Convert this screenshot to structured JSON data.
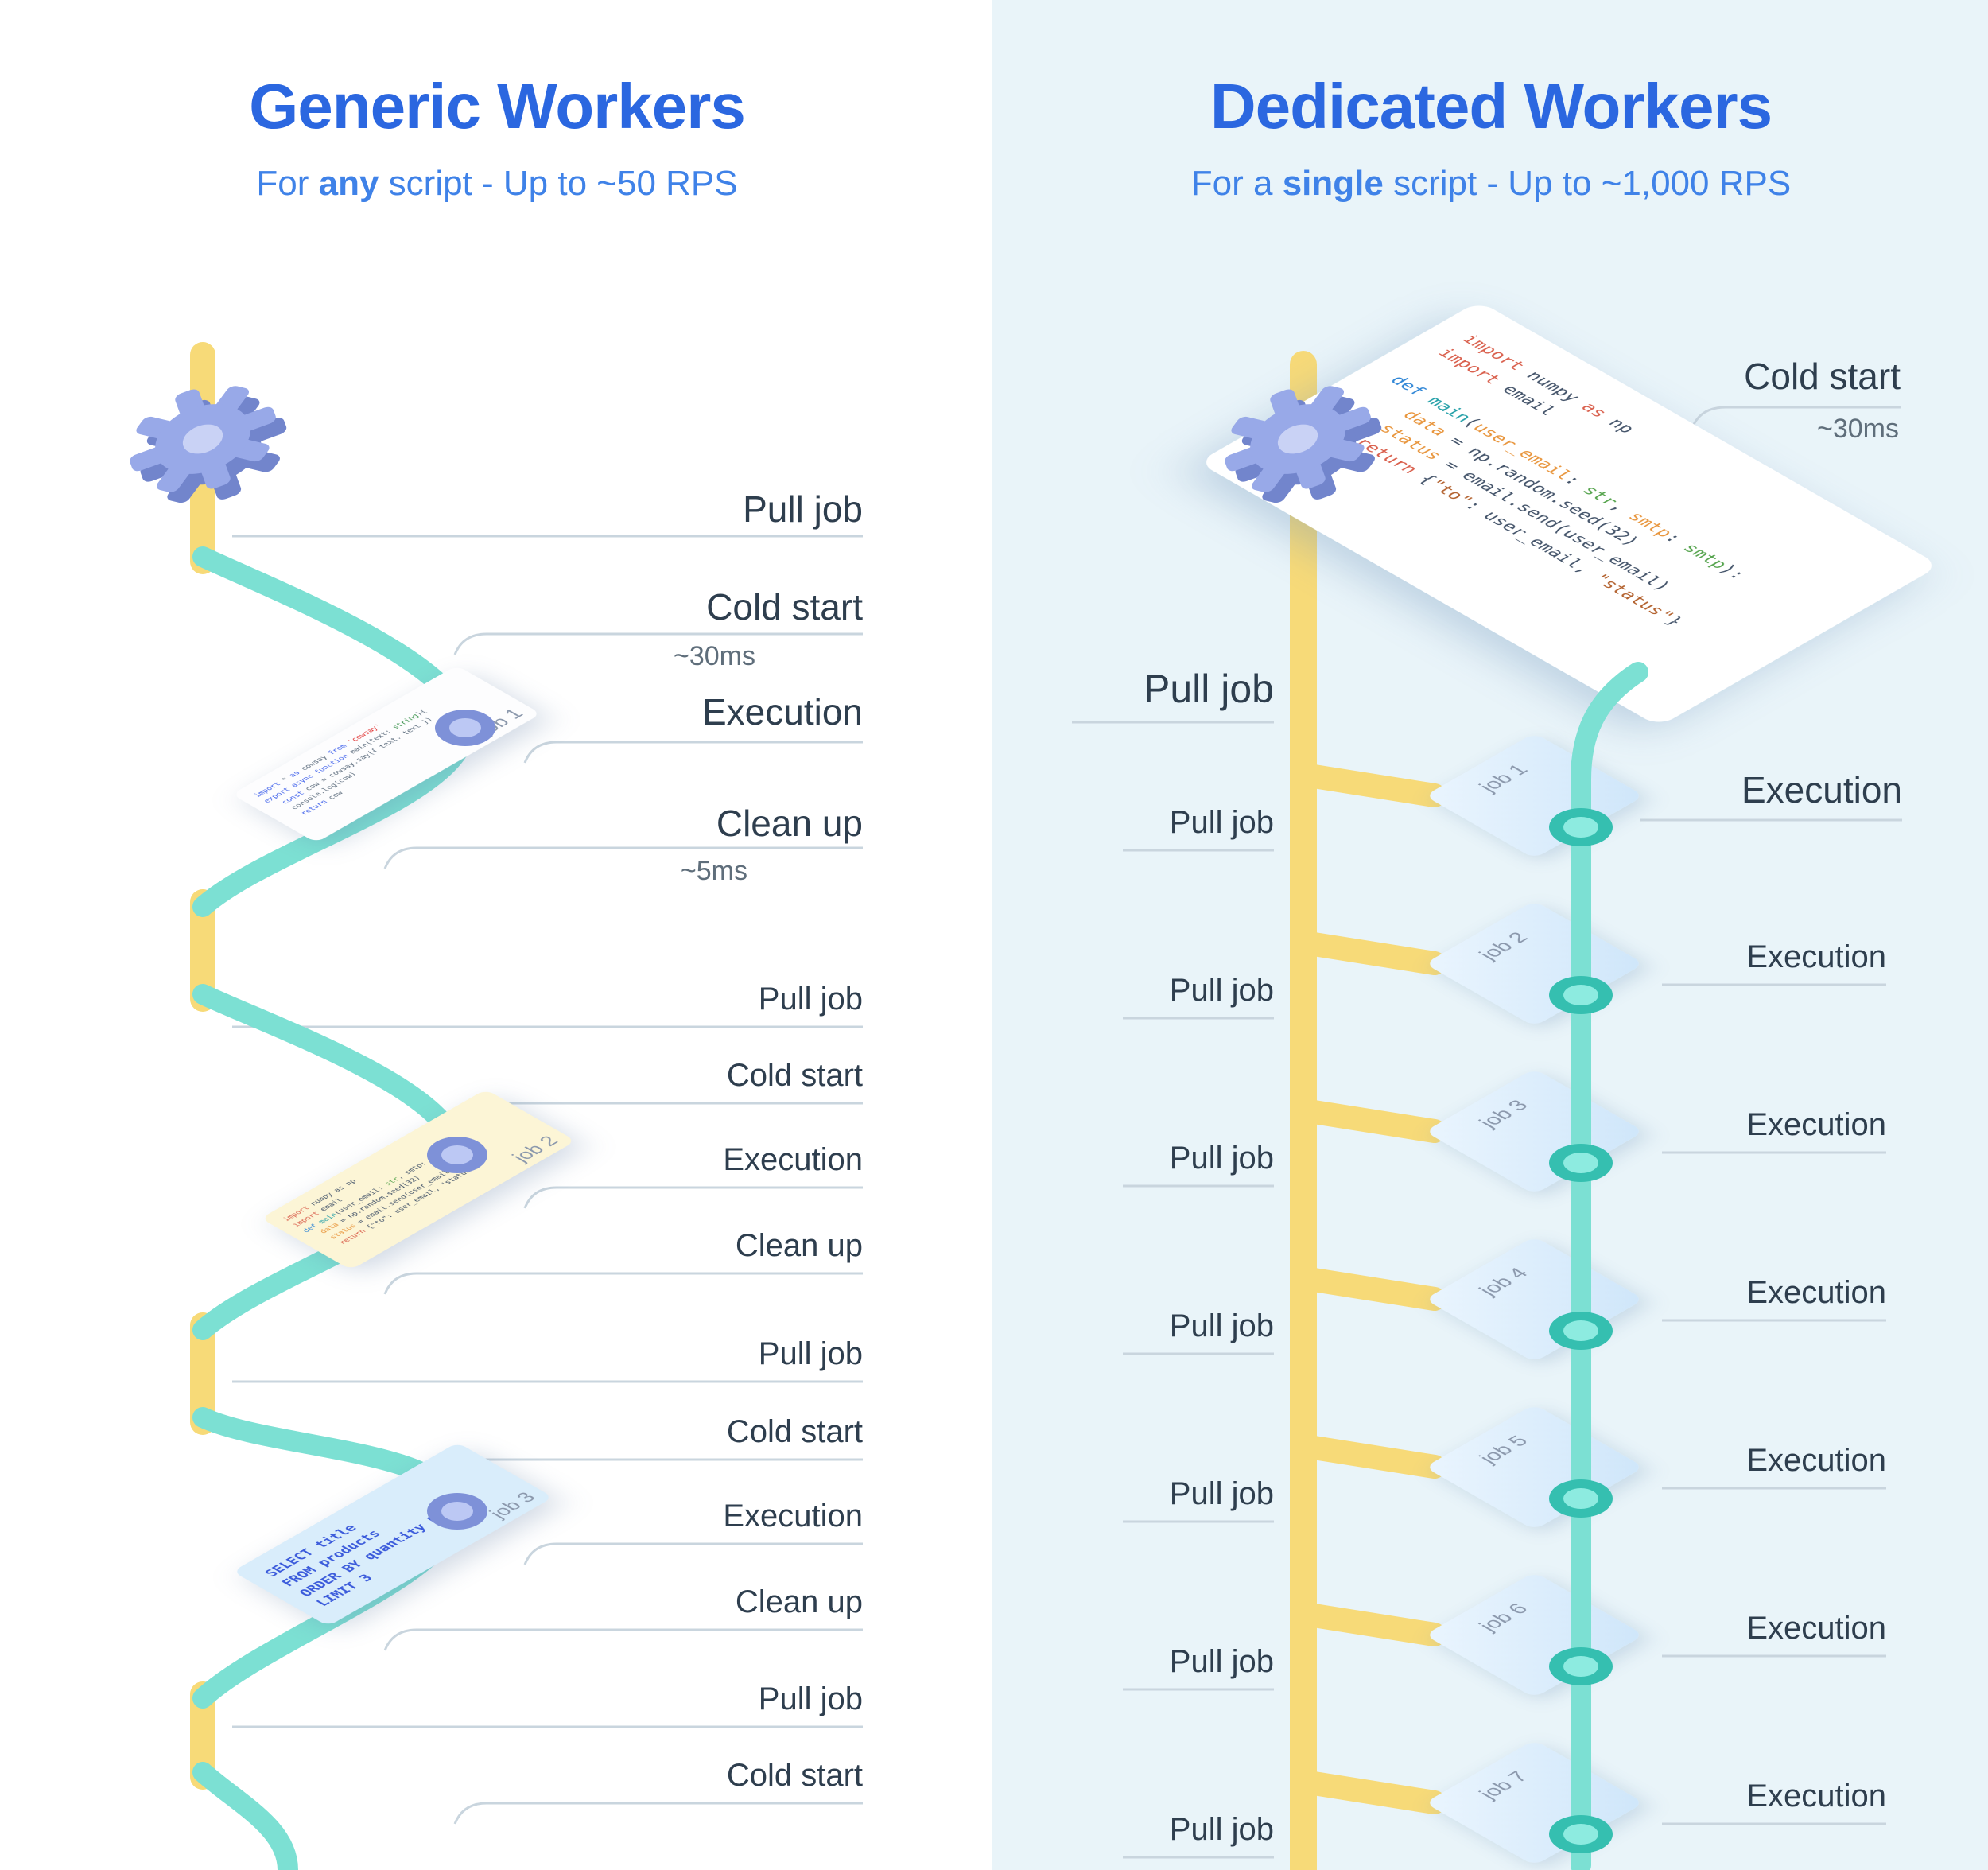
{
  "colors": {
    "title_blue": "#2b67e0",
    "subtitle_blue": "#3f82e8",
    "right_background": "#e9f4f9",
    "timeline_yellow": "#f7da78",
    "job_path_teal": "#7ce0d3",
    "gear_blue": "#98a9e8",
    "connector_gray": "#c9d5de",
    "label_dark": "#2e3e4e"
  },
  "left": {
    "title": "Generic Workers",
    "subtitle": {
      "pre": "For ",
      "bold": "any",
      "post": " script - Up to ~50 RPS"
    },
    "steps": [
      {
        "label": "Pull job"
      },
      {
        "label": "Cold start",
        "sub": "~30ms"
      },
      {
        "label": "Execution"
      },
      {
        "label": "Clean up",
        "sub": "~5ms"
      },
      {
        "label": "Pull job"
      },
      {
        "label": "Cold start"
      },
      {
        "label": "Execution"
      },
      {
        "label": "Clean up"
      },
      {
        "label": "Pull job"
      },
      {
        "label": "Cold start"
      },
      {
        "label": "Execution"
      },
      {
        "label": "Clean up"
      },
      {
        "label": "Pull job"
      },
      {
        "label": "Cold start"
      }
    ],
    "jobs": [
      {
        "name": "job 1",
        "code": [
          [
            {
              "t": "import",
              "c": "#4263eb"
            },
            {
              "t": " * ",
              "c": "#5b6b7c"
            },
            {
              "t": "as",
              "c": "#4263eb"
            },
            {
              "t": " cowsay ",
              "c": "#5b6b7c"
            },
            {
              "t": "from",
              "c": "#4263eb"
            },
            {
              "t": " 'cowsay'",
              "c": "#e03131"
            }
          ],
          [
            {
              "t": "export async function",
              "c": "#4263eb"
            },
            {
              "t": " main(text: ",
              "c": "#5b6b7c"
            },
            {
              "t": "string",
              "c": "#2b8a3e"
            },
            {
              "t": "){",
              "c": "#5b6b7c"
            }
          ],
          [
            {
              "t": "  ",
              "c": ""
            },
            {
              "t": "const",
              "c": "#4263eb"
            },
            {
              "t": " cow = cowsay.say({ text: text })",
              "c": "#5b6b7c"
            }
          ],
          [
            {
              "t": "  console.log(cow)",
              "c": "#5b6b7c"
            }
          ],
          [
            {
              "t": "  ",
              "c": ""
            },
            {
              "t": "return",
              "c": "#4263eb"
            },
            {
              "t": " cow",
              "c": "#5b6b7c"
            }
          ]
        ]
      },
      {
        "name": "job 2",
        "code": [
          [
            {
              "t": "import ",
              "c": "#d95f4c"
            },
            {
              "t": "numpy as np",
              "c": "#44546a"
            }
          ],
          [
            {
              "t": "import ",
              "c": "#d95f4c"
            },
            {
              "t": "email",
              "c": "#44546a"
            }
          ],
          [
            {
              "t": "def ",
              "c": "#2f86d6"
            },
            {
              "t": "main",
              "c": "#24a0a8"
            },
            {
              "t": "(user_email: ",
              "c": "#44546a"
            },
            {
              "t": "str",
              "c": "#56a44e"
            },
            {
              "t": ", smtp: ",
              "c": "#44546a"
            },
            {
              "t": "smtp",
              "c": "#56a44e"
            },
            {
              "t": "):",
              "c": "#44546a"
            }
          ],
          [
            {
              "t": "  data",
              "c": "#e8953c"
            },
            {
              "t": " = np.random.seed(32)",
              "c": "#44546a"
            }
          ],
          [
            {
              "t": "  status",
              "c": "#e8953c"
            },
            {
              "t": " = email.send(user_email)",
              "c": "#44546a"
            }
          ],
          [
            {
              "t": "  return ",
              "c": "#d95f4c"
            },
            {
              "t": "{\"to\": user_email, \"status\"}",
              "c": "#44546a"
            }
          ]
        ]
      },
      {
        "name": "job 3",
        "code": [
          [
            {
              "t": "SELECT title",
              "c": "#3b5bdb"
            }
          ],
          [
            {
              "t": "FROM products",
              "c": "#3b5bdb"
            }
          ],
          [
            {
              "t": "ORDER BY quantity DESC",
              "c": "#3b5bdb"
            }
          ],
          [
            {
              "t": "LIMIT 3",
              "c": "#3b5bdb"
            }
          ]
        ]
      }
    ]
  },
  "right": {
    "title": "Dedicated Workers",
    "subtitle": {
      "pre": "For a ",
      "bold": "single",
      "post": " script - Up to ~1,000 RPS"
    },
    "cold_start": {
      "label": "Cold start",
      "sub": "~30ms"
    },
    "pull_jobs": [
      "Pull job",
      "Pull job",
      "Pull job",
      "Pull job",
      "Pull job",
      "Pull job",
      "Pull job",
      "Pull job"
    ],
    "executions": [
      "Execution",
      "Execution",
      "Execution",
      "Execution",
      "Execution",
      "Execution",
      "Execution"
    ],
    "jobs": [
      "job 1",
      "job 2",
      "job 3",
      "job 4",
      "job 5",
      "job 6",
      "job 7"
    ],
    "card": {
      "code": [
        [
          {
            "t": "import ",
            "c": "#d95f4c"
          },
          {
            "t": "numpy",
            "c": "#44546a"
          },
          {
            "t": " as ",
            "c": "#d95f4c"
          },
          {
            "t": "np",
            "c": "#44546a"
          }
        ],
        [
          {
            "t": "import ",
            "c": "#d95f4c"
          },
          {
            "t": "email",
            "c": "#44546a"
          }
        ],
        [
          {
            "t": " ",
            "c": ""
          }
        ],
        [
          {
            "t": "def ",
            "c": "#2f86d6"
          },
          {
            "t": "main",
            "c": "#24a0a8"
          },
          {
            "t": "(",
            "c": "#44546a"
          },
          {
            "t": "user_email",
            "c": "#e8953c"
          },
          {
            "t": ": ",
            "c": "#44546a"
          },
          {
            "t": "str",
            "c": "#56a44e"
          },
          {
            "t": ", ",
            "c": "#44546a"
          },
          {
            "t": "smtp",
            "c": "#e8953c"
          },
          {
            "t": ": ",
            "c": "#44546a"
          },
          {
            "t": "smtp",
            "c": "#56a44e"
          },
          {
            "t": "):",
            "c": "#44546a"
          }
        ],
        [
          {
            "t": "    ",
            "c": ""
          },
          {
            "t": "data",
            "c": "#e8953c"
          },
          {
            "t": " = np.random.seed(32)",
            "c": "#44546a"
          }
        ],
        [
          {
            "t": "    ",
            "c": ""
          },
          {
            "t": "status",
            "c": "#e8953c"
          },
          {
            "t": " = email.send(user_email)",
            "c": "#44546a"
          }
        ],
        [
          {
            "t": "    ",
            "c": ""
          },
          {
            "t": "return ",
            "c": "#d95f4c"
          },
          {
            "t": "{",
            "c": "#44546a"
          },
          {
            "t": "\"to\"",
            "c": "#b3622f"
          },
          {
            "t": ": user_email, ",
            "c": "#44546a"
          },
          {
            "t": "\"status\"",
            "c": "#b3622f"
          },
          {
            "t": "}",
            "c": "#44546a"
          }
        ]
      ]
    }
  }
}
